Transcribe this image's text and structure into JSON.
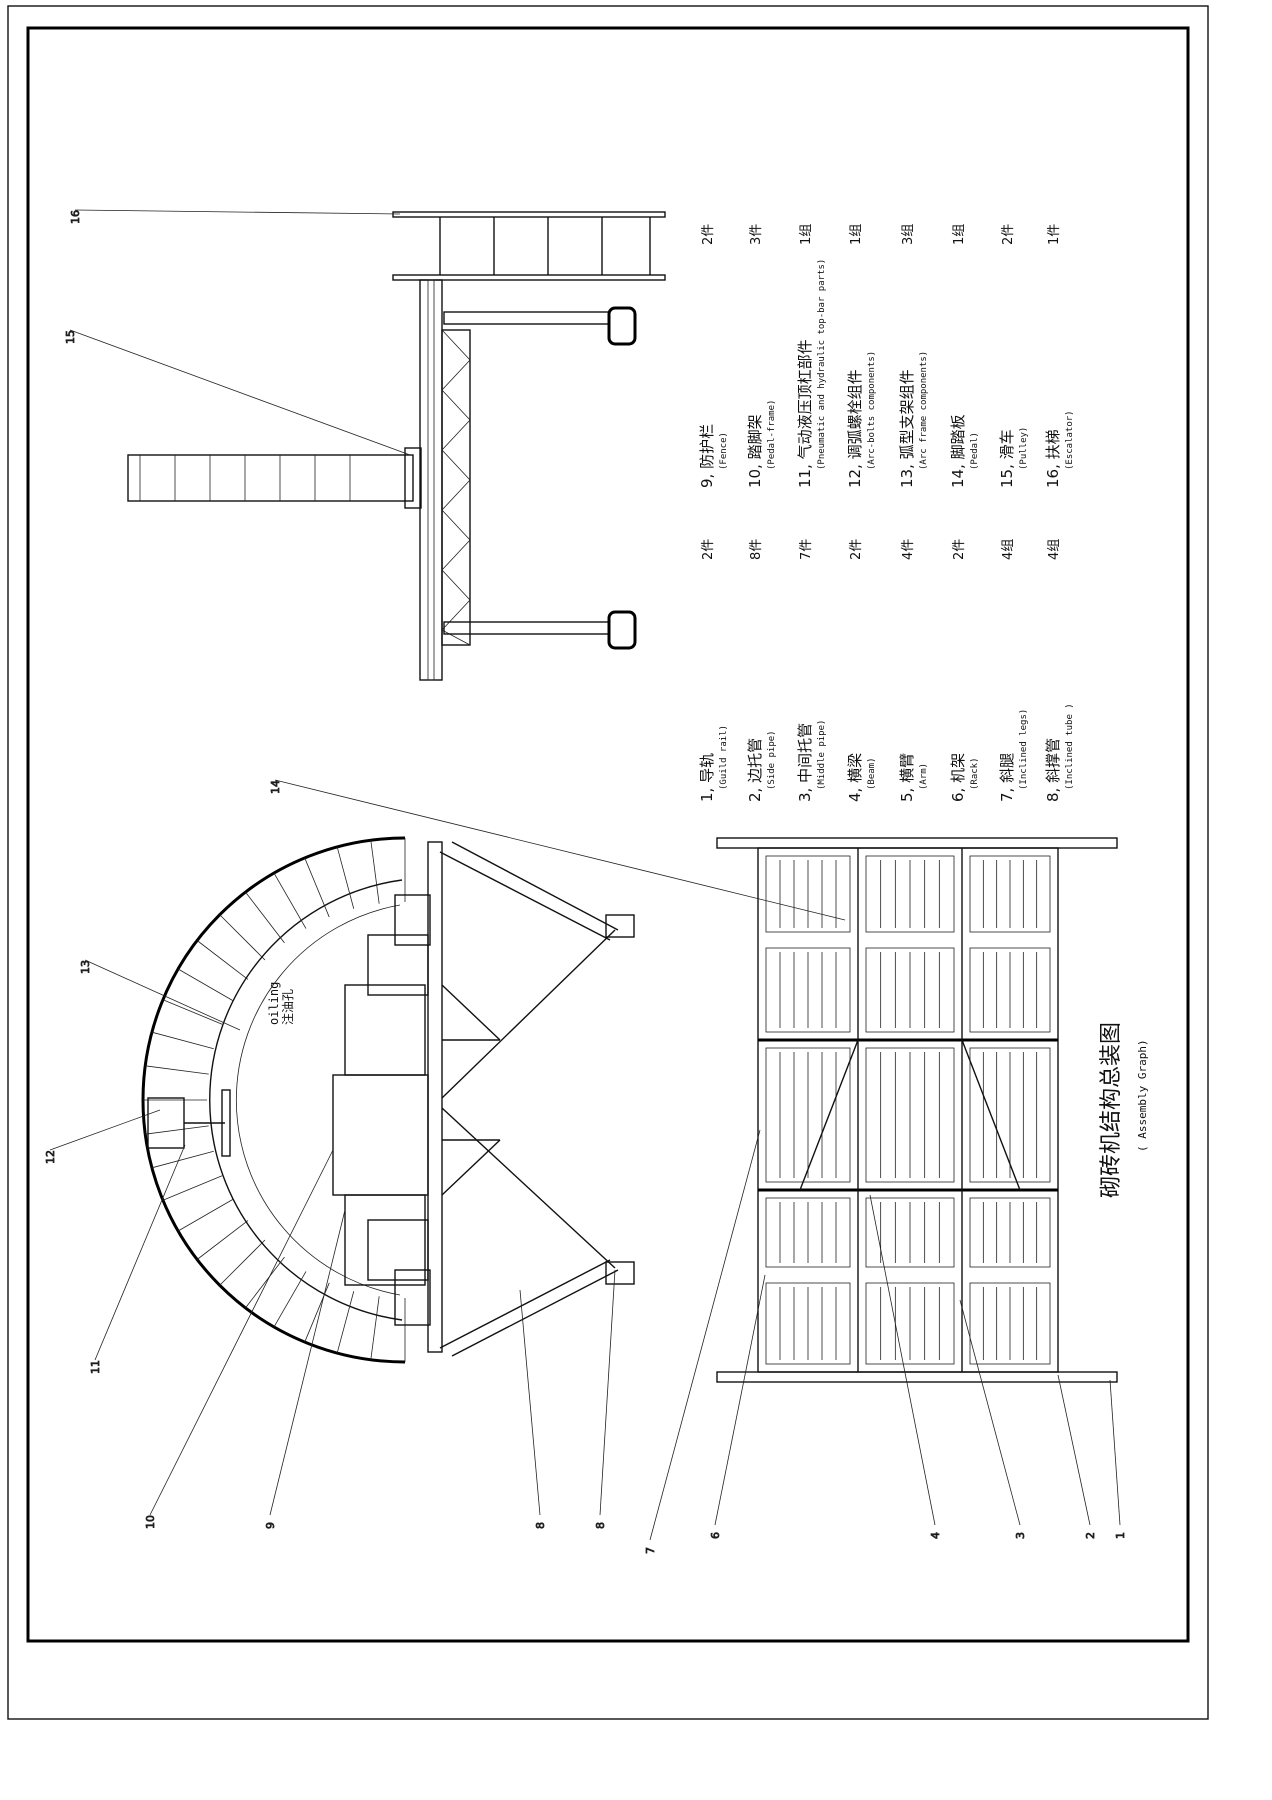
{
  "drawing": {
    "title": "砌砖机结构总装图",
    "subtitle": "( Assembly Graph)",
    "oiling_label_en": "oiling",
    "oiling_label_zh": "注油孔"
  },
  "callouts": [
    "1",
    "2",
    "3",
    "4",
    "6",
    "7",
    "8",
    "8",
    "9",
    "10",
    "11",
    "12",
    "13",
    "14",
    "15",
    "16"
  ],
  "parts_left": [
    {
      "name": "1, 导轨",
      "en": "(Guild rail)",
      "qty": "2件"
    },
    {
      "name": "2, 边托管",
      "en": "(Side pipe)",
      "qty": "8件"
    },
    {
      "name": "3, 中间托管",
      "en": "(Middle pipe)",
      "qty": "7件"
    },
    {
      "name": "4, 横梁",
      "en": "(Beam)",
      "qty": "2件"
    },
    {
      "name": "5, 横臂",
      "en": "(Arm)",
      "qty": "4件"
    },
    {
      "name": "6, 机架",
      "en": "(Rack)",
      "qty": "2件"
    },
    {
      "name": "7, 斜腿",
      "en": "(Inclined legs)",
      "qty": "4组"
    },
    {
      "name": "8, 斜撑管",
      "en": "(Inclined tube )",
      "qty": "4组"
    }
  ],
  "parts_right": [
    {
      "name": "9, 防护栏",
      "en": "(Fence)",
      "qty": "2件"
    },
    {
      "name": "10, 踏脚架",
      "en": "(Pedal-frame)",
      "qty": "3件"
    },
    {
      "name": "11, 气动液压顶杠部件",
      "en": "(Pneumatic and hydraulic top-bar parts)",
      "qty": "1组"
    },
    {
      "name": "12, 调弧螺栓组件",
      "en": "(Arc-bolts components)",
      "qty": "1组"
    },
    {
      "name": "13, 弧型支架组件",
      "en": "(Arc frame components)",
      "qty": "3组"
    },
    {
      "name": "14, 脚踏板",
      "en": "(Pedal)",
      "qty": "1组"
    },
    {
      "name": "15, 滑车",
      "en": "(Pulley)",
      "qty": "2件"
    },
    {
      "name": "16, 扶梯",
      "en": "(Escalator)",
      "qty": "1件"
    }
  ]
}
